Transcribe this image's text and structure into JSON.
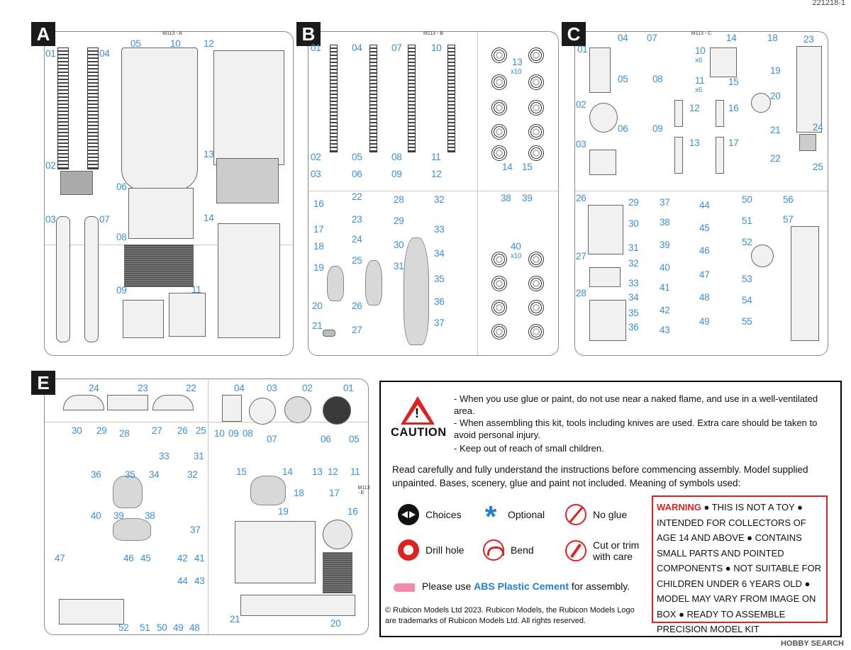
{
  "doc_id": "221218-1",
  "sprues": {
    "A": {
      "letter": "A",
      "code": "M113 - A",
      "numbers": [
        "01",
        "04",
        "05",
        "10",
        "12",
        "02",
        "06",
        "13",
        "03",
        "07",
        "08",
        "14",
        "09",
        "11"
      ]
    },
    "B": {
      "letter": "B",
      "code": "M113 - B",
      "numbers": [
        "01",
        "04",
        "07",
        "10",
        "13",
        "x10",
        "02",
        "05",
        "08",
        "11",
        "03",
        "06",
        "09",
        "12",
        "14",
        "15",
        "16",
        "22",
        "28",
        "32",
        "38",
        "39",
        "17",
        "23",
        "29",
        "33",
        "18",
        "24",
        "30",
        "34",
        "40",
        "x10",
        "19",
        "25",
        "31",
        "35",
        "20",
        "26",
        "36",
        "21",
        "27",
        "37"
      ]
    },
    "C": {
      "letter": "C",
      "code": "M113 - C",
      "numbers": [
        "01",
        "04",
        "07",
        "10",
        "x6",
        "14",
        "18",
        "23",
        "05",
        "08",
        "11",
        "x6",
        "15",
        "19",
        "02",
        "12",
        "16",
        "20",
        "06",
        "09",
        "13",
        "17",
        "21",
        "24",
        "03",
        "22",
        "25",
        "26",
        "29",
        "37",
        "44",
        "50",
        "56",
        "30",
        "38",
        "45",
        "51",
        "57",
        "31",
        "39",
        "46",
        "52",
        "27",
        "32",
        "40",
        "47",
        "53",
        "28",
        "33",
        "41",
        "48",
        "34",
        "42",
        "54",
        "35",
        "43",
        "49",
        "55",
        "36"
      ]
    },
    "E": {
      "letter": "E",
      "code": "M113 - E",
      "numbers": [
        "24",
        "23",
        "22",
        "04",
        "03",
        "02",
        "01",
        "30",
        "29",
        "28",
        "27",
        "26",
        "25",
        "10",
        "09",
        "08",
        "07",
        "06",
        "05",
        "33",
        "31",
        "36",
        "35",
        "34",
        "32",
        "15",
        "14",
        "13",
        "12",
        "11",
        "18",
        "17",
        "40",
        "39",
        "38",
        "19",
        "16",
        "37",
        "47",
        "46",
        "45",
        "42",
        "41",
        "44",
        "43",
        "52",
        "51",
        "50",
        "49",
        "48",
        "21",
        "20"
      ]
    }
  },
  "notice": {
    "caution_label": "CAUTION",
    "bullets": [
      "- When you use glue or paint, do not use near a naked flame, and use in a well-ventilated area.",
      "- When assembling this kit, tools including knives are used.  Extra care should be taken to avoid personal injury.",
      "- Keep out of reach of small children."
    ],
    "read_text": "Read carefully and fully understand the instructions before commencing assembly.  Model supplied unpainted.  Bases, scenery, glue and paint not included.  Meaning of symbols used:",
    "symbols": {
      "choices": "Choices",
      "optional": "Optional",
      "no_glue": "No glue",
      "drill_hole": "Drill hole",
      "bend": "Bend",
      "cut_trim": "Cut or trim with care"
    },
    "cement_prefix": "Please use ",
    "cement_bold": "ABS Plastic Cement",
    "cement_suffix": " for assembly.",
    "copyright": "© Rubicon Models Ltd  2023.  Rubicon Models, the Rubicon Models Logo are trademarks of Rubicon Models Ltd.  All rights reserved.",
    "warning_label": "WARNING",
    "warning_text": " ● THIS IS NOT A TOY ● INTENDED FOR COLLECTORS OF AGE 14 AND ABOVE ● CONTAINS SMALL PARTS AND POINTED COMPONENTS ● NOT SUITABLE FOR CHILDREN UNDER 6 YEARS OLD ● MODEL MAY VARY FROM IMAGE ON BOX ● READY TO ASSEMBLE PRECISION MODEL KIT"
  },
  "watermark": "HOBBY SEARCH"
}
